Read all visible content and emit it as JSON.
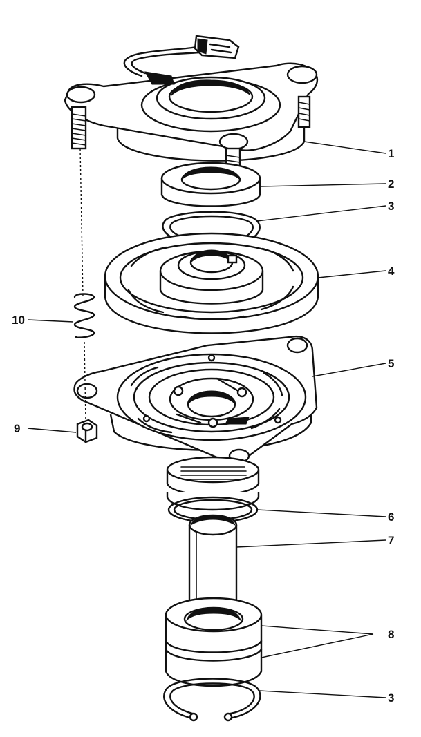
{
  "callouts": {
    "c1": "1",
    "c2": "2",
    "c3a": "3",
    "c4": "4",
    "c5": "5",
    "c6": "6",
    "c7": "7",
    "c8": "8",
    "c9": "9",
    "c10": "10",
    "c3b": "3"
  },
  "colors": {
    "ink": "#111111",
    "paper": "#ffffff"
  }
}
